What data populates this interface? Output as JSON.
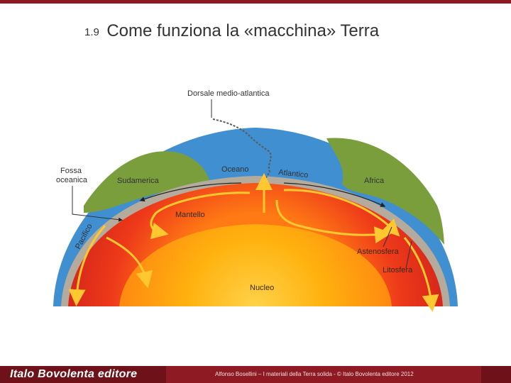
{
  "slide": {
    "section_number": "1.9",
    "title": "Come funziona la «macchina» Terra"
  },
  "figure": {
    "labels": {
      "ridge": "Dorsale medio-atlantica",
      "trench_line1": "Fossa",
      "trench_line2": "oceanica",
      "south_america": "Sudamerica",
      "ocean": "Oceano",
      "atlantic": "Atlantico",
      "africa": "Africa",
      "pacific": "Pacifico",
      "mantle": "Mantello",
      "asthenosphere": "Astenosfera",
      "lithosphere": "Litosfera",
      "core": "Nucleo"
    },
    "colors": {
      "ocean": "#3f8fd1",
      "land": "#7a9e3c",
      "mantle": "#e02a1c",
      "core": "#ffb20f",
      "crust": "#b4ab9d"
    }
  },
  "footer": {
    "logo": "Italo Bovolenta editore",
    "credit": "Alfonso Bosellini – I materiali della Terra solida - © Italo Bovolenta editore 2012"
  }
}
